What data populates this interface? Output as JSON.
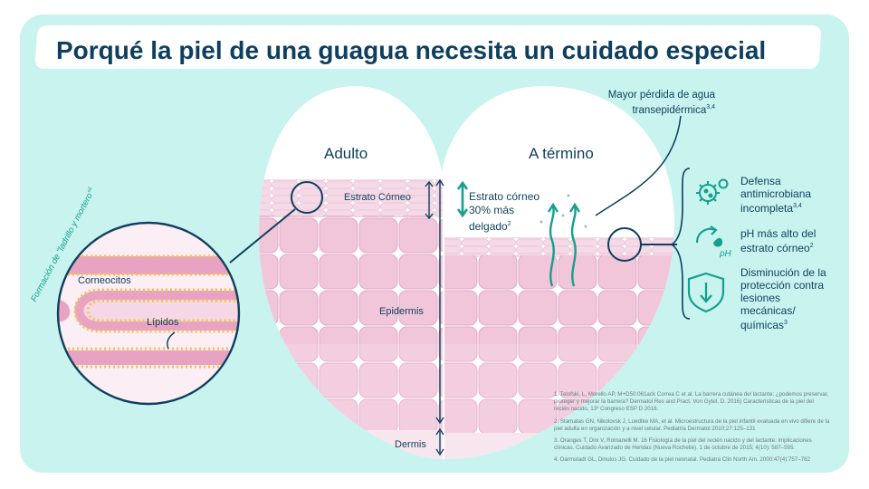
{
  "title": "Porqué la piel de una guagua necesita un cuidado especial",
  "panels": {
    "adult": "Adulto",
    "term": "A término"
  },
  "layers": {
    "stratum": "Estrato Córneo",
    "epidermis": "Epidermis",
    "dermis": "Dermis"
  },
  "stratum_thinner": {
    "line1": "Estrato córneo",
    "line2": "30% más",
    "line3": "delgado",
    "sup": "2"
  },
  "water_loss": {
    "line1": "Mayor pérdida de agua",
    "line2": "transepidérmica",
    "sup": "3,4"
  },
  "zoom": {
    "caption": "Formación de \"ladrillo y mortero\"",
    "caption_sup": "1",
    "corneocytes": "Corneocitos",
    "lipids": "Lípidos"
  },
  "features": [
    {
      "text": "Defensa antimicrobiana incompleta",
      "sup": "3,4",
      "icon": "bacteria-icon"
    },
    {
      "text": "pH más alto del estrato córneo",
      "sup": "2",
      "icon": "ph-drop-icon",
      "icon_text": "pH"
    },
    {
      "text": "Disminución de la protección contra lesiones mecánicas/ químicas",
      "sup": "3",
      "icon": "shield-down-icon"
    }
  ],
  "references": [
    "1. Telofski, L, Morello AP, M+D50:061ack Correa C et al. La barrera cutánea del lactante: ¿podemos preservar, proteger y mejorar la barrera? Dermatol Res and Pract. Von Gytel, D. 2016) Características de la piel del recién nacido, 13º Congreso ESP D 2016.",
    "2. Stamatas GN, Nikolovsk J, Luedtke MA, et al. Microestructura de la piel infantil evaluada en vivo difiere de la piel adulta en organización y a nivel celular. Pediatría Dermatol 2010;27:125–131",
    "3. Oranges T, Dini V, Romanelli M. 16 Fisiología de la piel del recién nacido y del lactante: implicaciones clínicas. Cuidado Avanzado de Heridas (Nueva Rochelle). 1 de octubre de 2015; 4(10): 587–595.",
    "4. Darmstadt GL, Dinulos JG. Cuidado de la piel neonatal. Pediatra Clin North Am. 2000;47(4):757–782"
  ],
  "colors": {
    "background": "#c9f3ee",
    "navy": "#0e3f5e",
    "teal": "#14a08c",
    "skin_pink": "#f4cfe0",
    "cell_line": "#dcaac6",
    "lipid_yellow": "#f2c34a"
  }
}
